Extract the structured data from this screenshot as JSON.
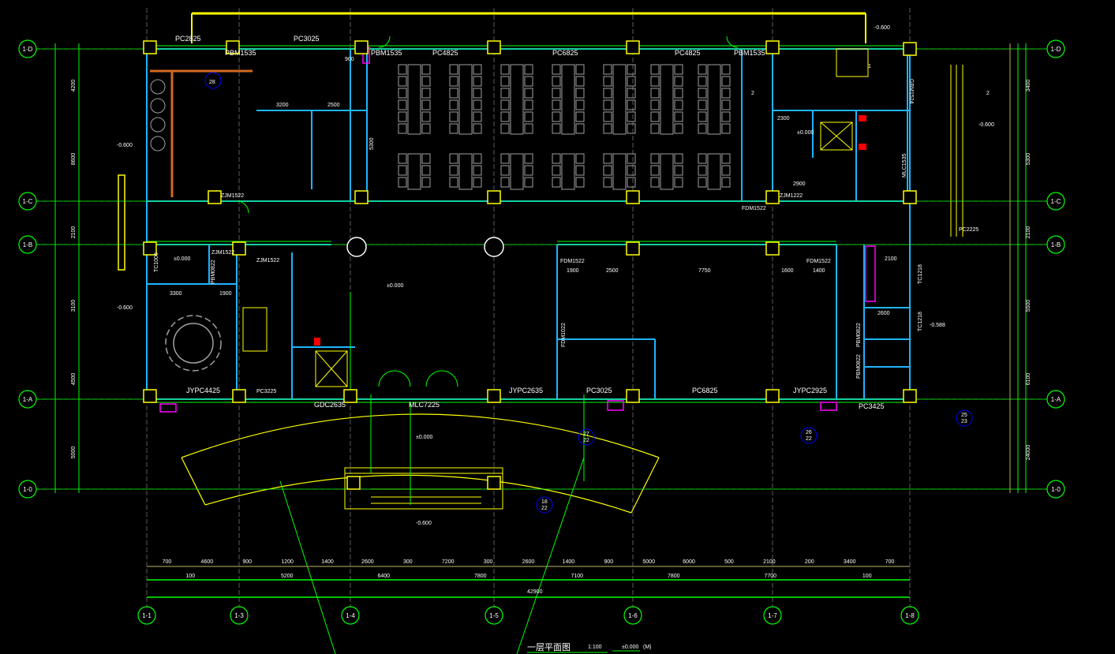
{
  "drawing": {
    "title": "一层平面图",
    "scale": "1:100",
    "elevation": "±0.000",
    "elevation_note": "(M)"
  },
  "axes": {
    "vertical": [
      "1-1",
      "1-3",
      "1-4",
      "1-5",
      "1-6",
      "1-7",
      "1-8"
    ],
    "horizontal_left": [
      "1-D",
      "1-C",
      "1-B",
      "1-A",
      "1-0"
    ],
    "horizontal_right": [
      "1-D",
      "1-C",
      "1-B",
      "1-A",
      "1-0"
    ]
  },
  "dimensions": {
    "row1": [
      "700",
      "4600",
      "900",
      "1200",
      "1400",
      "2600",
      "300",
      "7200",
      "300",
      "2600",
      "1400",
      "900",
      "5000",
      "6000",
      "500",
      "2100",
      "200",
      "3400",
      "700"
    ],
    "row2": [
      "100",
      "5200",
      "6400",
      "7800",
      "7100",
      "7800",
      "7700",
      "100"
    ],
    "total": "42900",
    "left": [
      "4200",
      "8600",
      "2100",
      "3100",
      "4500",
      "5000"
    ],
    "right": [
      "3400",
      "5300",
      "2100",
      "5500",
      "6100",
      "24000"
    ]
  },
  "labels": {
    "windows": [
      "PC2825",
      "PC3025",
      "PC4825",
      "PC6825",
      "PC4825",
      "PC3025",
      "PC6825",
      "PC3425",
      "PC2225",
      "GDC2635",
      "MLC7225",
      "JYPC4425",
      "JYPC2635",
      "JYPC2925",
      "PC3225"
    ],
    "doors": [
      "PBM1535",
      "PBM1535",
      "PBM1535",
      "ZJM1522",
      "ZJM1522",
      "ZJM1522",
      "FDM1522",
      "FDM1522",
      "FDM1522",
      "ZJM1222",
      "GBM1524",
      "FDM1022",
      "PBM0822",
      "PBM0822",
      "PBM0822",
      "MLC1535",
      "TC1218",
      "TC1218",
      "TC1006"
    ],
    "elevations": [
      "-0.600",
      "-0.600",
      "-0.600",
      "±0.000",
      "±0.000",
      "±0.000",
      "-0.600",
      "-0.588",
      "-0.600",
      "±0.000"
    ],
    "dims_inner": [
      "3200",
      "2500",
      "900",
      "5300",
      "2300",
      "2900",
      "1900",
      "2500",
      "7750",
      "1600",
      "1400",
      "3300",
      "1900",
      "2600",
      "2100"
    ],
    "numbers": [
      "2",
      "2",
      "1",
      "28",
      "27",
      "22",
      "26",
      "22",
      "18",
      "22",
      "25",
      "23"
    ]
  },
  "colors": {
    "wall": "#1fb4ff",
    "grid": "#00ff00",
    "outline": "#ffff00",
    "furniture": "#a0a0a0",
    "stair": "#d2691e",
    "fixture": "#ff00ff",
    "equipment": "#ff0000"
  }
}
